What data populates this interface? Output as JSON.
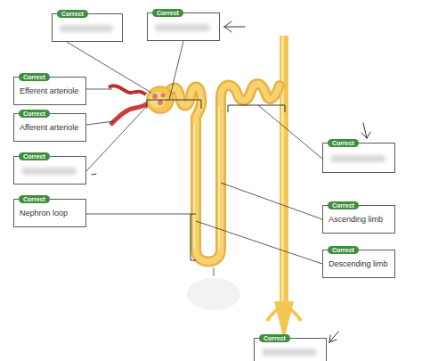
{
  "diagram": {
    "nodes": [
      {
        "text": [
          "Correct"
        ]
      },
      {
        "text": [
          "Correct"
        ]
      },
      {
        "text": [
          "Correct",
          "Efferent arteriole"
        ]
      },
      {
        "text": [
          "Correct",
          "Afferent arteriole"
        ]
      },
      {
        "text": [
          "Correct"
        ]
      },
      {
        "text": [
          "Correct",
          "Nephron loop"
        ]
      },
      {
        "text": [
          "Correct"
        ]
      },
      {
        "text": [
          "Correct",
          "Ascending limb"
        ]
      },
      {
        "text": [
          "Correct",
          "Descending limb"
        ]
      },
      {
        "text": [
          "Correct"
        ]
      }
    ]
  }
}
